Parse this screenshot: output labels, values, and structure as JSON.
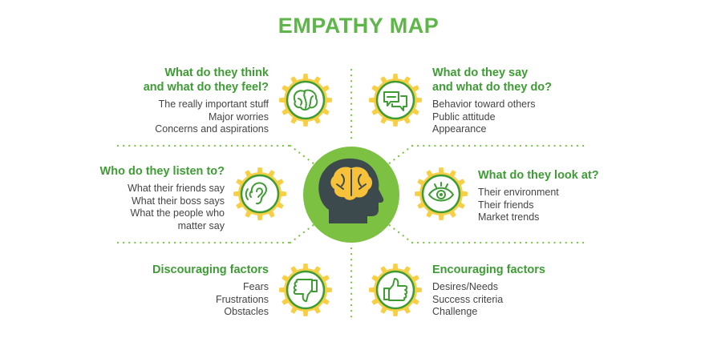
{
  "title": "EMPATHY MAP",
  "colors": {
    "green": "#5eb649",
    "dark_green": "#3f9c35",
    "gear": "#f6cf45",
    "brain": "#f7c23a",
    "head": "#3d4a4d",
    "dots": "#7cc142",
    "text": "#444444"
  },
  "quadrants": [
    {
      "id": "think-feel",
      "heading": "What do they think\nand what do they feel?",
      "icon": "brain-icon",
      "items": [
        "The really important stuff",
        "Major worries",
        "Concerns and aspirations"
      ]
    },
    {
      "id": "say-do",
      "heading": "What do they say\nand what do they do?",
      "icon": "speech-bubbles-icon",
      "items": [
        "Behavior toward others",
        "Public attitude",
        "Appearance"
      ]
    },
    {
      "id": "listen",
      "heading": "Who do they listen to?",
      "icon": "ear-icon",
      "items": [
        "What their friends say",
        "What their boss says",
        "What the people who\nmatter say"
      ]
    },
    {
      "id": "look",
      "heading": "What do they look at?",
      "icon": "eye-icon",
      "items": [
        "Their environment",
        "Their friends",
        "Market trends"
      ]
    },
    {
      "id": "discouraging",
      "heading": "Discouraging factors",
      "icon": "thumbs-down-icon",
      "items": [
        "Fears",
        "Frustrations",
        "Obstacles"
      ]
    },
    {
      "id": "encouraging",
      "heading": "Encouraging factors",
      "icon": "thumbs-up-icon",
      "items": [
        "Desires/Needs",
        "Success criteria",
        "Challenge"
      ]
    }
  ]
}
